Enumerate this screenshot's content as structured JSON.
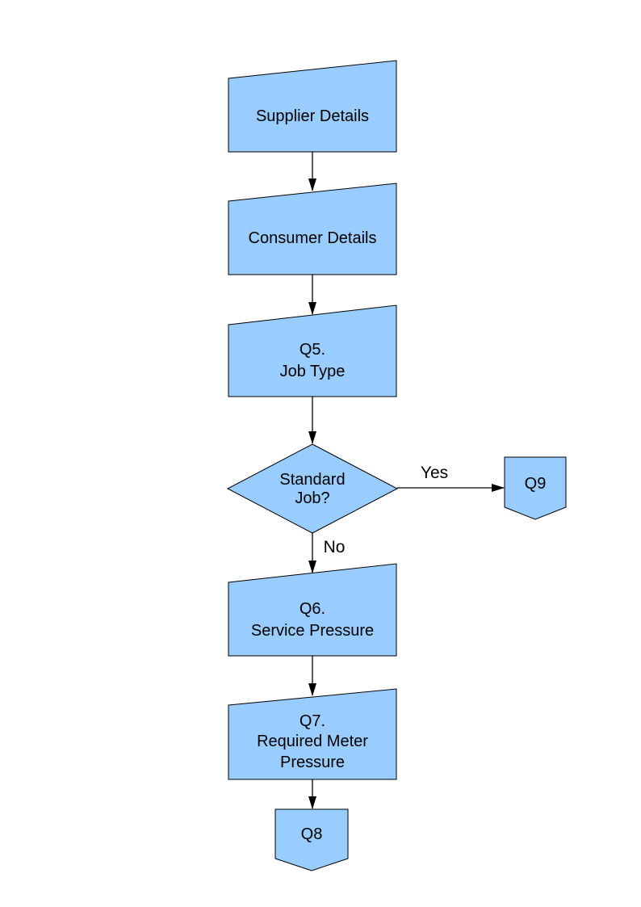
{
  "diagram": {
    "type": "flowchart",
    "colors": {
      "shape_fill": "#99CCFF",
      "shape_border": "#000000",
      "connector": "#000000",
      "text": "#000000",
      "page_background": "#FFFFFF"
    },
    "nodes": [
      {
        "id": "supplier-details",
        "type": "manual-input",
        "lines": [
          "Supplier Details"
        ]
      },
      {
        "id": "consumer-details",
        "type": "manual-input",
        "lines": [
          "Consumer Details"
        ]
      },
      {
        "id": "q5-job-type",
        "type": "manual-input",
        "lines": [
          "Q5.",
          "Job Type"
        ]
      },
      {
        "id": "standard-job-decision",
        "type": "decision",
        "lines": [
          "Standard",
          "Job?"
        ]
      },
      {
        "id": "q9",
        "type": "off-page-connector",
        "lines": [
          "Q9"
        ]
      },
      {
        "id": "q6-service-pressure",
        "type": "manual-input",
        "lines": [
          "Q6.",
          "Service Pressure"
        ]
      },
      {
        "id": "q7-required-meter-pressure",
        "type": "manual-input",
        "lines": [
          "Q7.",
          "Required Meter",
          "Pressure"
        ]
      },
      {
        "id": "q8",
        "type": "off-page-connector",
        "lines": [
          "Q8"
        ]
      }
    ],
    "edges": [
      {
        "from": "supplier-details",
        "to": "consumer-details",
        "label": ""
      },
      {
        "from": "consumer-details",
        "to": "q5-job-type",
        "label": ""
      },
      {
        "from": "q5-job-type",
        "to": "standard-job-decision",
        "label": ""
      },
      {
        "from": "standard-job-decision",
        "to": "q9",
        "label": "Yes"
      },
      {
        "from": "standard-job-decision",
        "to": "q6-service-pressure",
        "label": "No"
      },
      {
        "from": "q6-service-pressure",
        "to": "q7-required-meter-pressure",
        "label": ""
      },
      {
        "from": "q7-required-meter-pressure",
        "to": "q8",
        "label": ""
      }
    ]
  }
}
